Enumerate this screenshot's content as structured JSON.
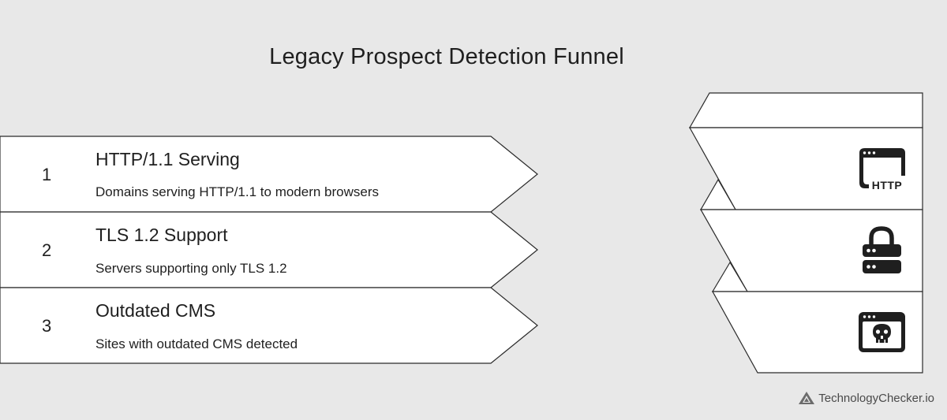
{
  "title": "Legacy Prospect Detection Funnel",
  "steps": [
    {
      "number": "1",
      "title": "HTTP/1.1 Serving",
      "description": "Domains serving HTTP/1.1 to modern browsers",
      "icon": "http-window-icon",
      "icon_text": "HTTP"
    },
    {
      "number": "2",
      "title": "TLS 1.2 Support",
      "description": "Servers supporting only TLS 1.2",
      "icon": "padlock-server-icon"
    },
    {
      "number": "3",
      "title": "Outdated CMS",
      "description": "Sites with outdated CMS detected",
      "icon": "browser-skull-icon"
    }
  ],
  "branding": {
    "text": "TechnologyChecker.io",
    "icon": "triangle-logo-icon"
  },
  "colors": {
    "background": "#e8e8e8",
    "shape_fill": "#ffffff",
    "stroke": "#2a2a2a",
    "icon": "#1f1f1f"
  }
}
